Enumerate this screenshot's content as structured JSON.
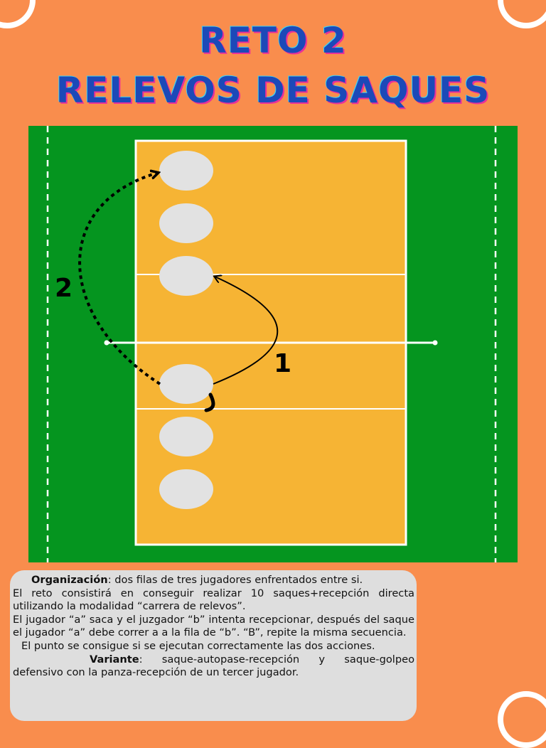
{
  "title": {
    "line1": "RETO 2",
    "line2": "RELEVOS DE SAQUES"
  },
  "diagram": {
    "label_1": "1",
    "label_2": "2"
  },
  "text": {
    "org_label": "Organización",
    "org_rest": ": dos filas de tres jugadores enfrentados entre si.",
    "p2": "El reto consistirá en conseguir realizar 10 saques+recepción directa utilizando la modalidad “carrera de relevos”.",
    "p3": "El jugador “a” saca y el juzgador “b” intenta recepcionar, después del saque el jugador “a” debe correr a a la fila de “b”. “B”, repite la misma secuencia.",
    "p4": "El punto se consigue si se ejecutan correctamente las dos acciones.",
    "var_label": "Variante",
    "var_rest": ": saque-autopase-recepción y saque-golpeo defensivo con la panza-recepción de un tercer jugador."
  },
  "colors": {
    "background": "#f98d4d",
    "court_outer": "#05951f",
    "court_inner": "#f6b434",
    "title": "#1c49b8"
  }
}
